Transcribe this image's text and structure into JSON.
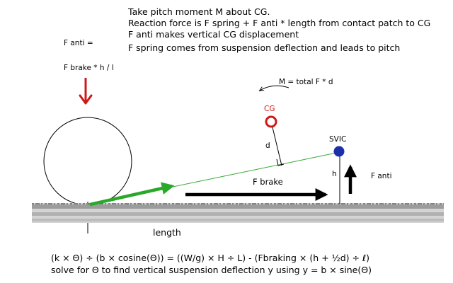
{
  "notes": [
    "Take pitch moment M about CG.",
    "Reaction force is F spring + F anti * length from contact patch to CG",
    "F anti makes vertical CG displacement",
    "F spring comes from suspension deflection and leads to pitch"
  ],
  "f_anti_eq": {
    "line1": "F anti =",
    "line2": "F brake * h / l"
  },
  "labels": {
    "moment": "M = total F * d",
    "cg": "CG",
    "d": "d",
    "svic": "SVIC",
    "h": "h",
    "f_brake": "F brake",
    "f_anti": "F anti",
    "length": "length"
  },
  "formula": {
    "line1": "(k × Θ) ÷ (b × cosine(Θ)) = ((W/g) × H ÷ L) - (Fbraking × (h + ½d) ÷ ℓ)",
    "line2": "solve for Θ to find vertical suspension deflection y using y = b × sine(Θ)"
  },
  "colors": {
    "brake_arrow": "#d01818",
    "cg_marker": "#d01818",
    "cg_label": "#d01818",
    "svic_dot": "#1a2fa8",
    "anti_line": "#3aa83a",
    "anti_arrow": "#2aa82a",
    "force_arrow": "#000000",
    "ground": "#666666"
  }
}
